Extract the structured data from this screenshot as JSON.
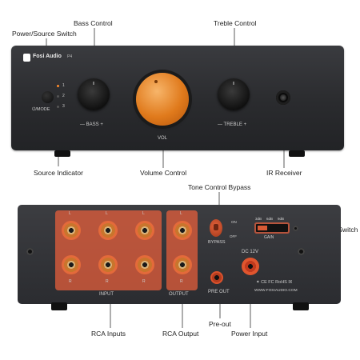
{
  "callouts": {
    "power_source_switch": "Power/Source Switch",
    "bass_control": "Bass Control",
    "treble_control": "Treble Control",
    "source_indicator": "Source Indicator",
    "volume_control": "Volume Control",
    "ir_receiver": "IR Receiver",
    "tone_control_bypass": "Tone Control Bypass",
    "gain_switch": "Gain Switch",
    "rca_inputs": "RCA Inputs",
    "rca_output": "RCA Output",
    "pre_out": "Pre-out",
    "power_input": "Power Input"
  },
  "front": {
    "brand": "Fosi Audio",
    "model": "P4",
    "mode_label": "⏻/MODE",
    "indicator_numbers": [
      "1",
      "2",
      "3"
    ],
    "bass_label": "— BASS +",
    "treble_label": "— TREBLE +",
    "vol_label": "VOL"
  },
  "back": {
    "channel_l": "L",
    "channel_r": "R",
    "input_label": "INPUT",
    "output_label": "OUTPUT",
    "bypass_label": "BYPASS",
    "bypass_on": "ON",
    "bypass_off": "OFF",
    "gain_label": "GAIN",
    "gain_options": [
      "3dB",
      "6dB",
      "9dB"
    ],
    "dc_label": "DC 12V",
    "pre_out_label": "PRE OUT",
    "cert_marks": "✦ CE FC RoHS ☒",
    "website": "WWW.FOSIAUDIO.COM"
  },
  "colors": {
    "highlight": "#eb5f3c",
    "volume_knob": "#e07a1c",
    "chassis": "#2b2c30"
  }
}
